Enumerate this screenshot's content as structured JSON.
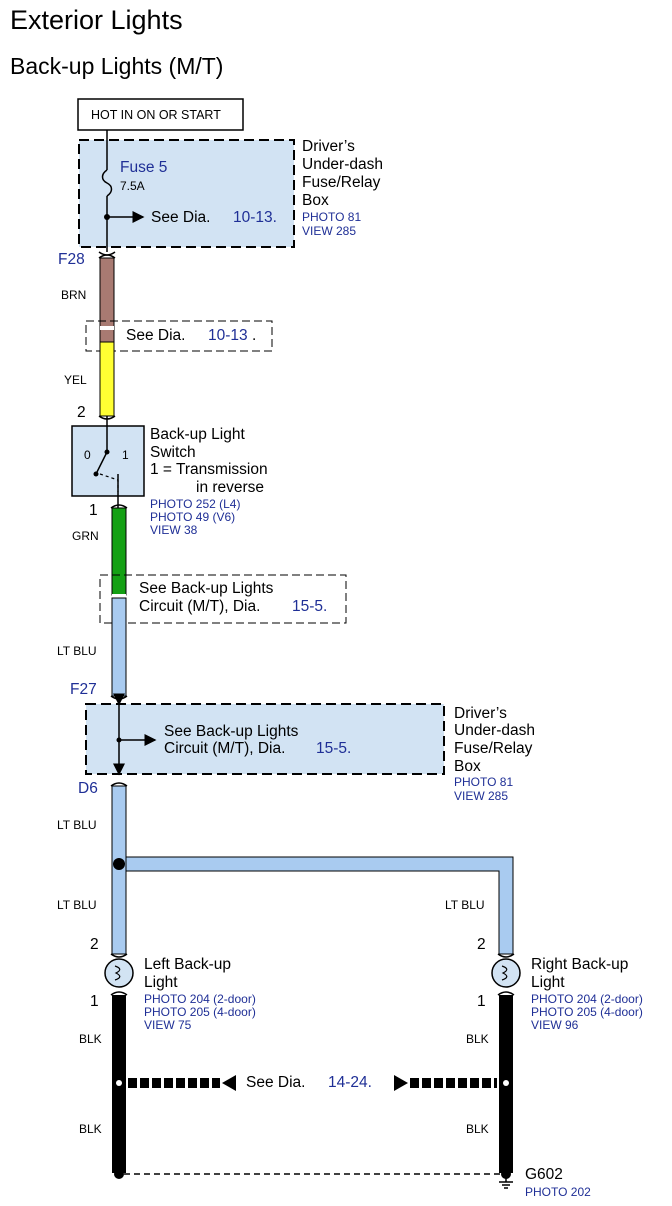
{
  "title": "Exterior Lights",
  "subtitle": "Back-up Lights (M/T)",
  "hot_label": "HOT IN ON OR START",
  "fuse_box_top": {
    "fuse_name": "Fuse 5",
    "fuse_rating": "7.5A",
    "see_text": "See Dia.",
    "see_ref": "10-13.",
    "name_lines": [
      "Driver’s",
      "Under-dash",
      "Fuse/Relay",
      "Box"
    ],
    "photo": "PHOTO 81",
    "view": "VIEW 285"
  },
  "connector_f28": "F28",
  "wire_brn": "BRN",
  "splice_1": {
    "see_text": "See Dia.",
    "see_ref": "10-13",
    "dot": "."
  },
  "wire_yel": "YEL",
  "switch": {
    "pin_top": "2",
    "pin_bottom": "1",
    "pos_0": "0",
    "pos_1": "1",
    "name_lines": [
      "Back-up Light",
      "Switch",
      "1 = Transmission",
      "in reverse"
    ],
    "photo_lines": [
      "PHOTO 252 (L4)",
      "PHOTO 49 (V6)",
      "VIEW 38"
    ]
  },
  "wire_grn": "GRN",
  "splice_2": {
    "line1": "See Back-up Lights",
    "line2_prefix": "Circuit (M/T), Dia.",
    "ref": "15-5."
  },
  "wire_ltblu_1": "LT BLU",
  "connector_f27": "F27",
  "fuse_box_bottom": {
    "line1": "See Back-up Lights",
    "line2_prefix": "Circuit (M/T), Dia.",
    "ref": "15-5.",
    "name_lines": [
      "Driver’s",
      "Under-dash",
      "Fuse/Relay",
      "Box"
    ],
    "photo": "PHOTO 81",
    "view": "VIEW 285"
  },
  "connector_d6": "D6",
  "wire_ltblu_2": "LT BLU",
  "wire_ltblu_left": "LT BLU",
  "wire_ltblu_right": "LT BLU",
  "left_light": {
    "pin_top": "2",
    "pin_bottom": "1",
    "name_lines": [
      "Left Back-up",
      "Light"
    ],
    "photo_lines": [
      "PHOTO 204 (2-door)",
      "PHOTO 205 (4-door)",
      "VIEW 75"
    ]
  },
  "right_light": {
    "pin_top": "2",
    "pin_bottom": "1",
    "name_lines": [
      "Right Back-up",
      "Light"
    ],
    "photo_lines": [
      "PHOTO 204 (2-door)",
      "PHOTO 205 (4-door)",
      "VIEW 96"
    ]
  },
  "wire_blk_l1": "BLK",
  "wire_blk_r1": "BLK",
  "ground_link": {
    "see_text": "See Dia.",
    "see_ref": "14-24."
  },
  "wire_blk_l2": "BLK",
  "wire_blk_r2": "BLK",
  "ground": {
    "name": "G602",
    "photo": "PHOTO 202"
  },
  "colors": {
    "box_fill": "#d2e3f3",
    "ltblu": "#a9cbf0",
    "brn": "#a87a72",
    "yel": "#ffff33",
    "grn": "#14a014",
    "blk": "#000000",
    "ref_blue": "#1f2f96"
  }
}
